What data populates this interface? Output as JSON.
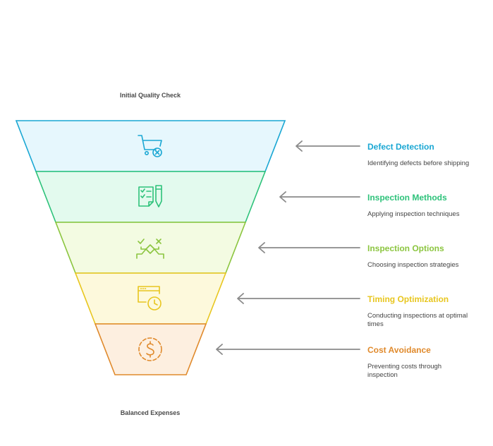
{
  "header": {
    "top_caption": "Initial Quality Check"
  },
  "footer": {
    "bottom_caption": "Balanced Expenses"
  },
  "stages": [
    {
      "title": "Defect Detection",
      "description": "Identifying defects before shipping",
      "icon": "shopping-cart-remove-icon",
      "stroke": "#1aa7d3",
      "fill": "#e6f7fd"
    },
    {
      "title": "Inspection Methods",
      "description": "Applying inspection techniques",
      "icon": "checklist-pen-icon",
      "stroke": "#2dc27a",
      "fill": "#e3faee"
    },
    {
      "title": "Inspection Options",
      "description": "Choosing inspection strategies",
      "icon": "decision-paths-icon",
      "stroke": "#8bc53f",
      "fill": "#f3fbe2"
    },
    {
      "title": "Timing Optimization",
      "description": "Conducting inspections at optimal times",
      "icon": "browser-clock-icon",
      "stroke": "#e8c61f",
      "fill": "#fdf9dc"
    },
    {
      "title": "Cost Avoidance",
      "description": "Preventing costs through inspection",
      "icon": "dollar-coin-icon",
      "stroke": "#e08a2c",
      "fill": "#fdefe0"
    }
  ],
  "arrow_color": "#8a8a8a"
}
